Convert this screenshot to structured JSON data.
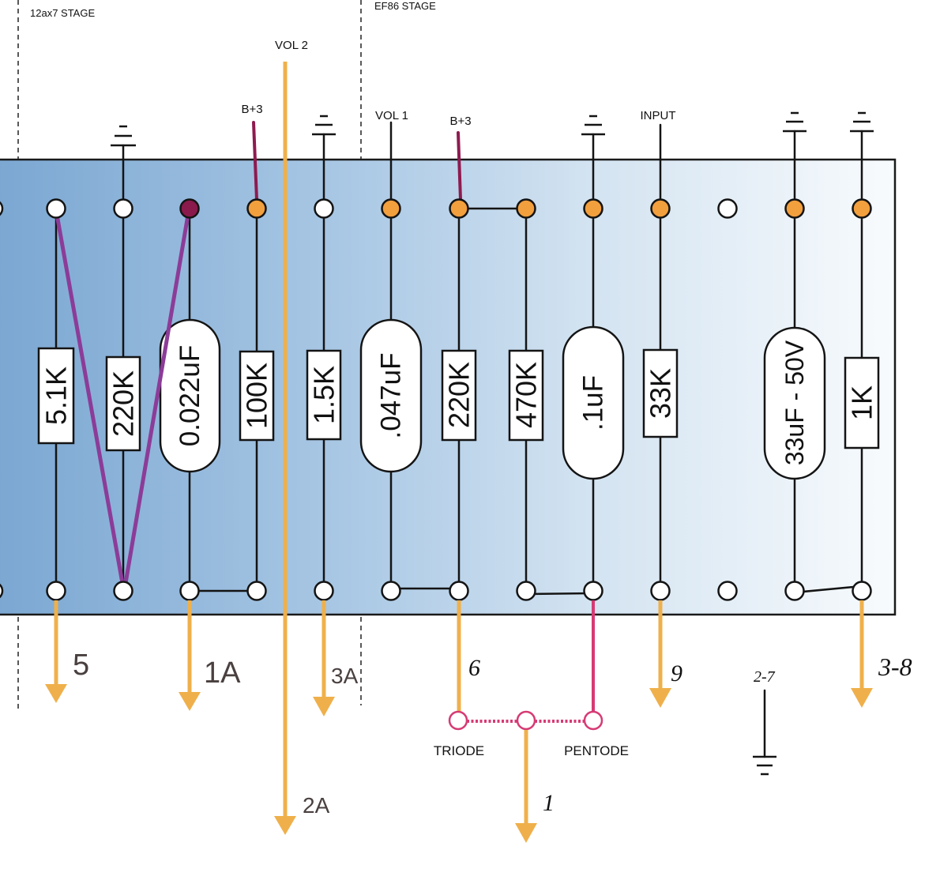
{
  "stage_labels": {
    "left": "12ax7 STAGE",
    "right": "EF86 STAGE"
  },
  "top_connections": {
    "vol2": "VOL 2",
    "bplus_12ax7": "B+3",
    "vol1": "VOL 1",
    "bplus_ef86": "B+3",
    "input": "INPUT"
  },
  "board": {
    "top_terminal_colors": [
      "#ffffff",
      "#ffffff",
      "#8a1a4b",
      "#f29f3d",
      "#ffffff",
      "#f29f3d",
      "#f29f3d",
      "#f29f3d",
      "#f29f3d",
      "#f29f3d",
      "#ffffff",
      "#f29f3d",
      "#f29f3d"
    ],
    "resistors": [
      "5.1K",
      "220K",
      "100K",
      "1.5K",
      "220K",
      "470K",
      "33K",
      "1K"
    ],
    "capacitors": [
      "0.022uF",
      ".047uF",
      ".1uF",
      "33uF - 50V"
    ]
  },
  "tube_pins": {
    "p5": "5",
    "p1a": "1A",
    "p3a": "3A",
    "p2a": "2A",
    "p6": "6",
    "p1": "1",
    "p9": "9",
    "p3_8": "3-8",
    "p2_7": "2-7"
  },
  "mode_switch": {
    "triode": "TRIODE",
    "pentode": "PENTODE"
  },
  "colors": {
    "board_gradient_left": "#7ba7d2",
    "board_gradient_right": "#f8fbfd",
    "output_wire": "#efb04b",
    "terminal_orange": "#f29f3d",
    "jumper_wire": "#8c3c98",
    "bplus_wire": "#8e1b4f",
    "pentode_wire": "#d63a74"
  }
}
